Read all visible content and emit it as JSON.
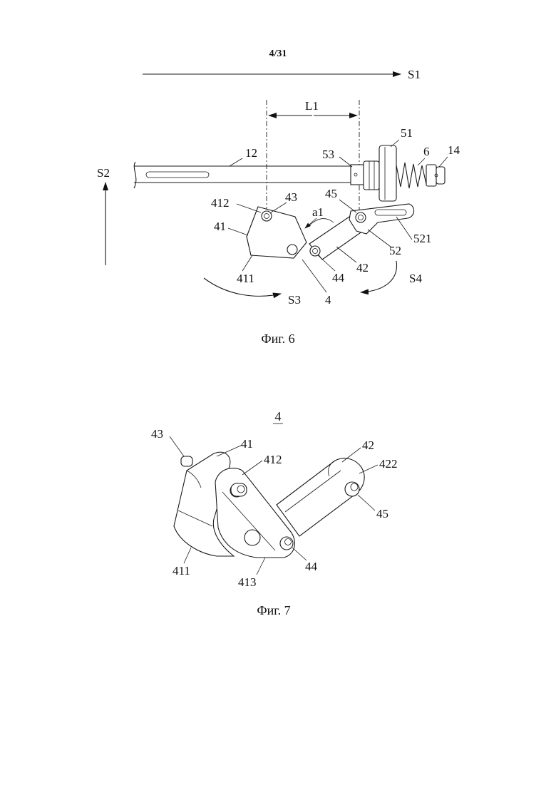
{
  "page": {
    "number": "4/31"
  },
  "figure6": {
    "caption": "Фиг. 6",
    "dimension": "L1",
    "directions": {
      "s1": "S1",
      "s2": "S2",
      "s3": "S3",
      "s4": "S4"
    },
    "angle": "a1",
    "labels": {
      "l12": "12",
      "l53": "53",
      "l51": "51",
      "l6": "6",
      "l14": "14",
      "l412": "412",
      "l43": "43",
      "l45": "45",
      "l41": "41",
      "l521": "521",
      "l52": "52",
      "l42": "42",
      "l44": "44",
      "l411": "411",
      "l4": "4"
    }
  },
  "figure7": {
    "caption": "Фиг. 7",
    "title": "4",
    "labels": {
      "l43": "43",
      "l41": "41",
      "l412": "412",
      "l42": "42",
      "l422": "422",
      "l45": "45",
      "l411": "411",
      "l413": "413",
      "l44": "44"
    }
  }
}
